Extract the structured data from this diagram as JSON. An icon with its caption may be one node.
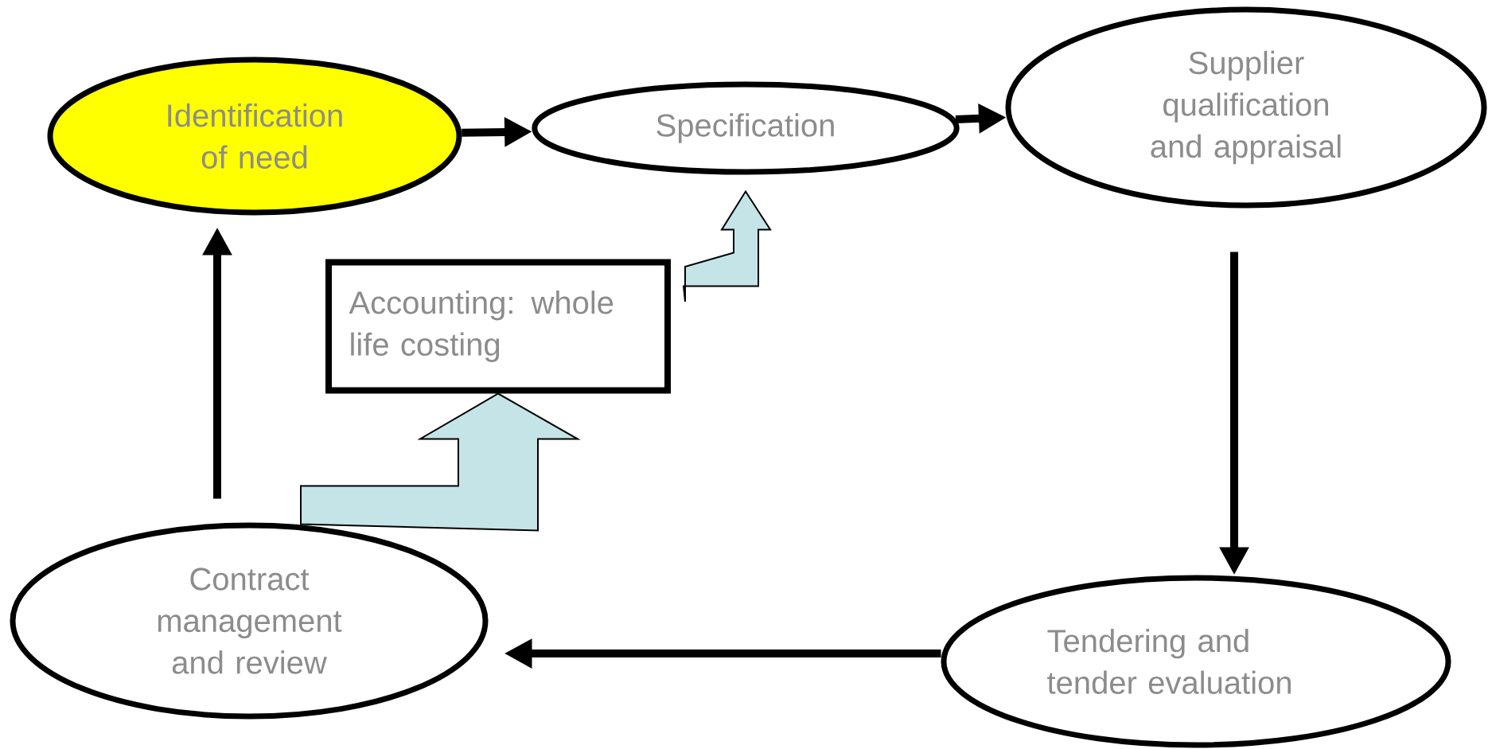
{
  "diagram": {
    "nodes": [
      {
        "text": [
          "Identification of need"
        ]
      },
      {
        "text": [
          "Specification"
        ]
      },
      {
        "text": [
          "Supplier qualification and appraisal"
        ]
      },
      {
        "text": [
          "Tendering and tender evaluation"
        ]
      },
      {
        "text": [
          "Contract management and review"
        ]
      },
      {
        "text": [
          "Accounting: whole life costing"
        ]
      }
    ],
    "edges": [
      {
        "from": 0,
        "to": 1,
        "arrow": "to"
      },
      {
        "from": 1,
        "to": 2,
        "arrow": "to"
      },
      {
        "from": 2,
        "to": 3,
        "arrow": "to"
      },
      {
        "from": 3,
        "to": 4,
        "arrow": "to"
      },
      {
        "from": 4,
        "to": 0,
        "arrow": "to"
      },
      {
        "from": 4,
        "to": 5,
        "arrow": "to",
        "color": "#c5e4e8"
      },
      {
        "from": 5,
        "to": 1,
        "arrow": "to",
        "color": "#c5e4e8"
      }
    ]
  }
}
